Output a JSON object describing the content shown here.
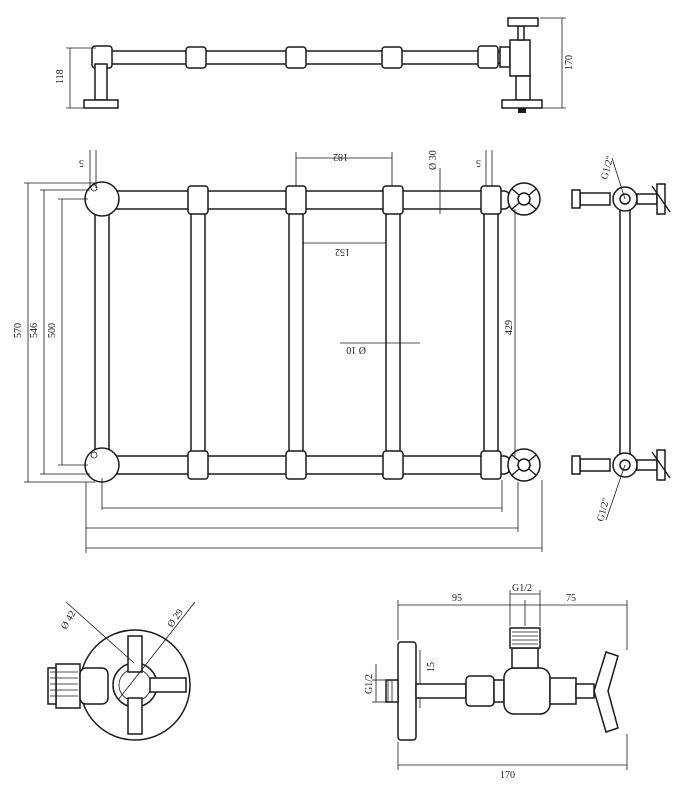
{
  "dimensions": {
    "top_width": "118",
    "top_height": "170",
    "d30": "Ø 30",
    "d182": "182",
    "d152": "152",
    "d5a": "5",
    "d5b": "5",
    "d570": "570",
    "d546": "546",
    "d500": "500",
    "d429": "429",
    "d10": "Ø 10",
    "g12_side_top": "G1/2\"",
    "g12_side_bot": "G1/2\"",
    "d42": "Ø 42",
    "d29": "Ø 29",
    "d95": "95",
    "dG12": "G1/2",
    "d75": "75",
    "d15": "15",
    "dG12b": "G1/2",
    "d170": "170"
  }
}
